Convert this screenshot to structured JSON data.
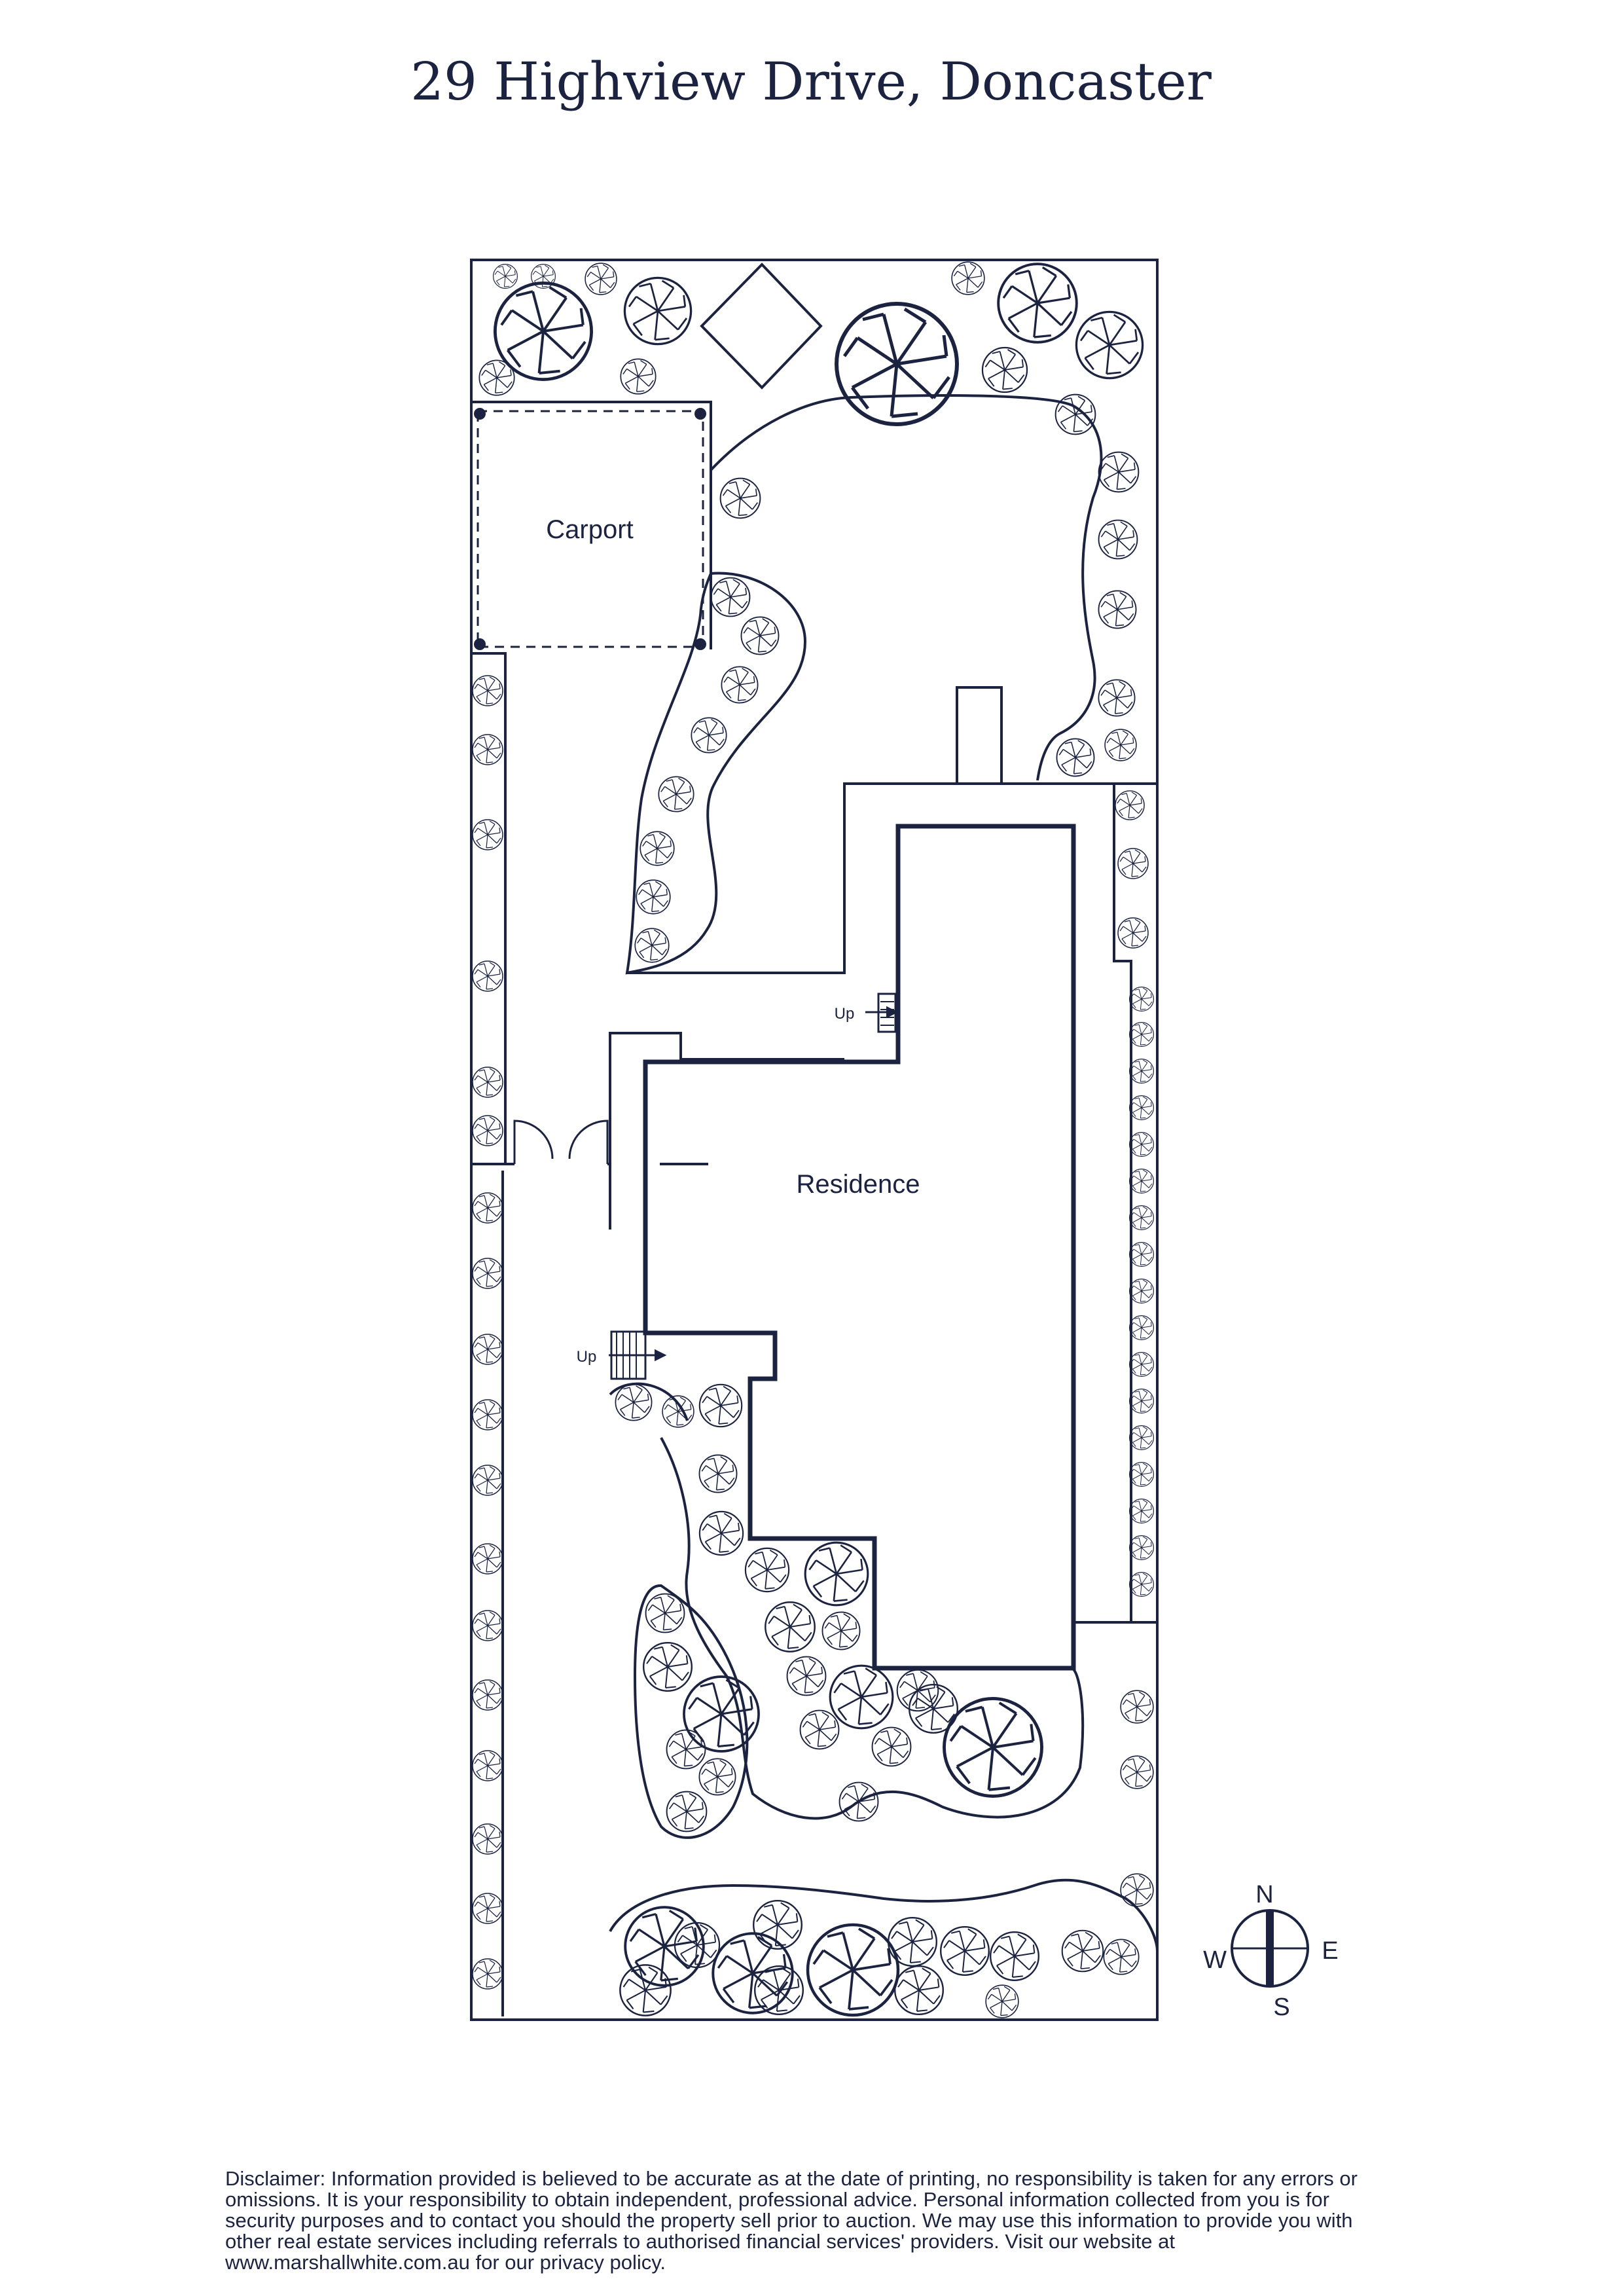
{
  "title": "29 Highview Drive, Doncaster",
  "labels": {
    "carport": "Carport",
    "residence": "Residence",
    "up_north": "Up",
    "up_west": "Up"
  },
  "compass": {
    "n": "N",
    "s": "S",
    "e": "E",
    "w": "W"
  },
  "disclaimer": "Disclaimer: Information provided is believed to be accurate as at the date of printing, no responsibility is taken for any errors or omissions. It is your responsibility to obtain independent, professional advice. Personal information collected from you is for security purposes and to contact you should the property sell prior to auction. We may use this information to provide you with other real estate services including referrals to authorised financial services' providers. Visit our website at www.marshallwhite.com.au for our privacy policy.",
  "colors": {
    "ink": "#1c2340",
    "background": "#ffffff"
  }
}
